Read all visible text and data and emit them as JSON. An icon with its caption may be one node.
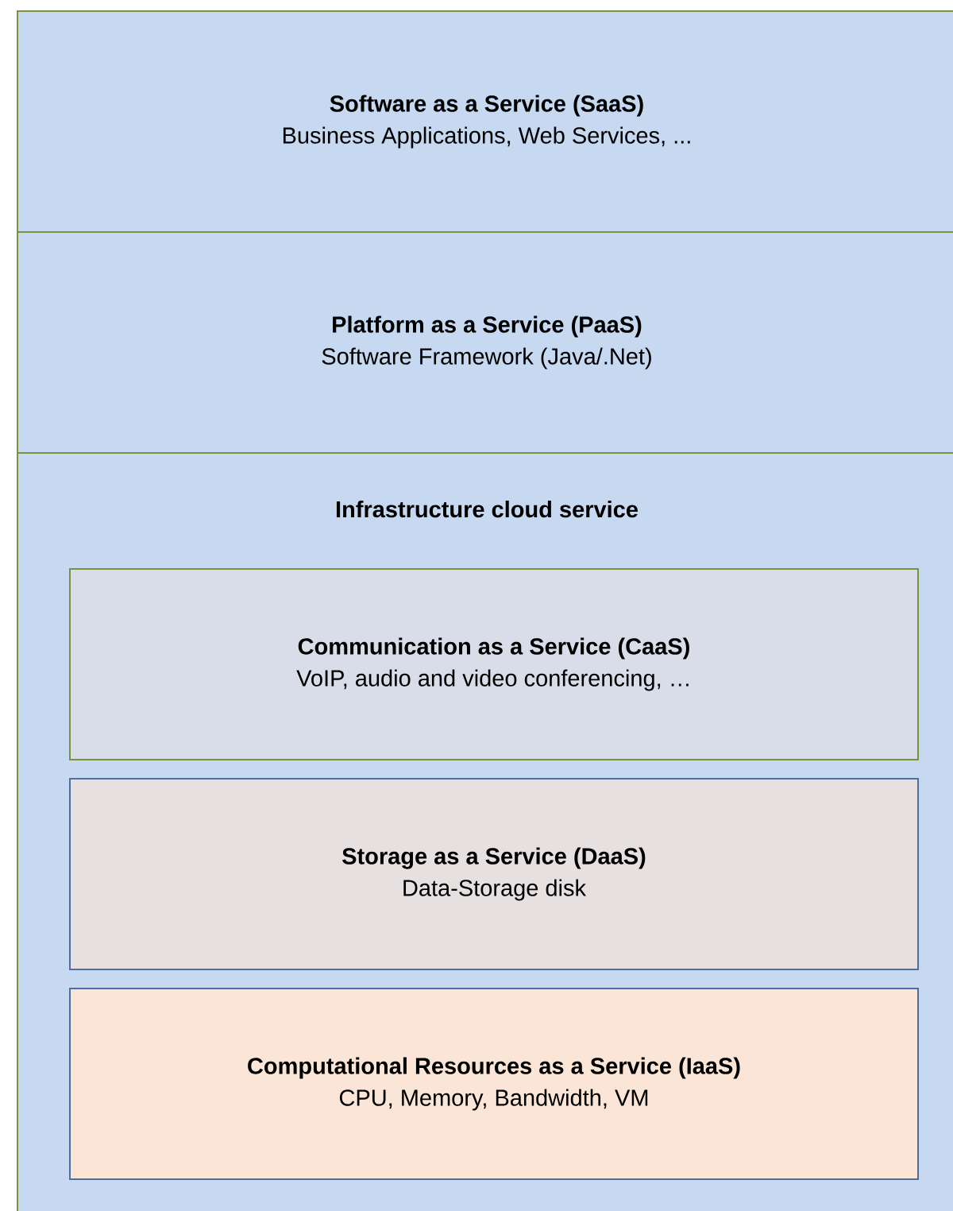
{
  "diagram": {
    "nodes": [
      {
        "text": [
          "Software as  a Service (SaaS)",
          "Business Applications, Web Services, ..."
        ]
      },
      {
        "text": [
          "Platform as  a Service (PaaS)",
          "Software Framework (Java/.Net)"
        ]
      },
      {
        "text": [
          "Infrastructure cloud service"
        ]
      },
      {
        "text": [
          "Communication as  a Service  (CaaS)",
          "VoIP, audio and video conferencing, …"
        ],
        "in": 2
      },
      {
        "text": [
          "Storage as a Service (DaaS)",
          "Data-Storage disk"
        ],
        "in": 2
      },
      {
        "text": [
          "Computational Resources as a Service  (IaaS)",
          "CPU, Memory, Bandwidth, VM"
        ],
        "in": 2
      }
    ]
  }
}
